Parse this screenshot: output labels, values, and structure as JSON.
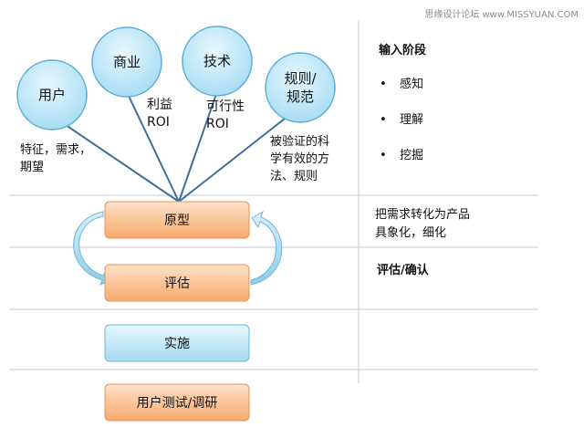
{
  "watermark": "思缘设计论坛 www.MISSYUAN.COM",
  "sources": [
    {
      "label": "用户"
    },
    {
      "label": "商业"
    },
    {
      "label": "技术"
    },
    {
      "label": "规则/\n规范"
    }
  ],
  "source_notes": [
    "特征，需求，\n期望",
    "利益\nROI",
    "可行性\nROI",
    "被验证的科\n学有效的方\n法、规则"
  ],
  "steps": [
    {
      "label": "原型"
    },
    {
      "label": "评估"
    },
    {
      "label": "实施"
    },
    {
      "label": "用户测试/调研"
    }
  ],
  "stages": {
    "input": {
      "title": "输入阶段",
      "items": [
        "感知",
        "理解",
        "挖掘"
      ]
    },
    "prototype": "把需求转化为产品\n具象化，细化",
    "evaluate": "评估/确认"
  },
  "colors": {
    "circle_fill": "#bfe9f9",
    "circle_stroke": "#5aaed6",
    "orange_box": "#fbc08f",
    "orange_stroke": "#e5935a",
    "blue_box": "#bfe9f9",
    "blue_stroke": "#6fb7d9",
    "line": "#3e6f9a",
    "divider": "#c9c9c9",
    "arrow": "#8ccbe7"
  }
}
